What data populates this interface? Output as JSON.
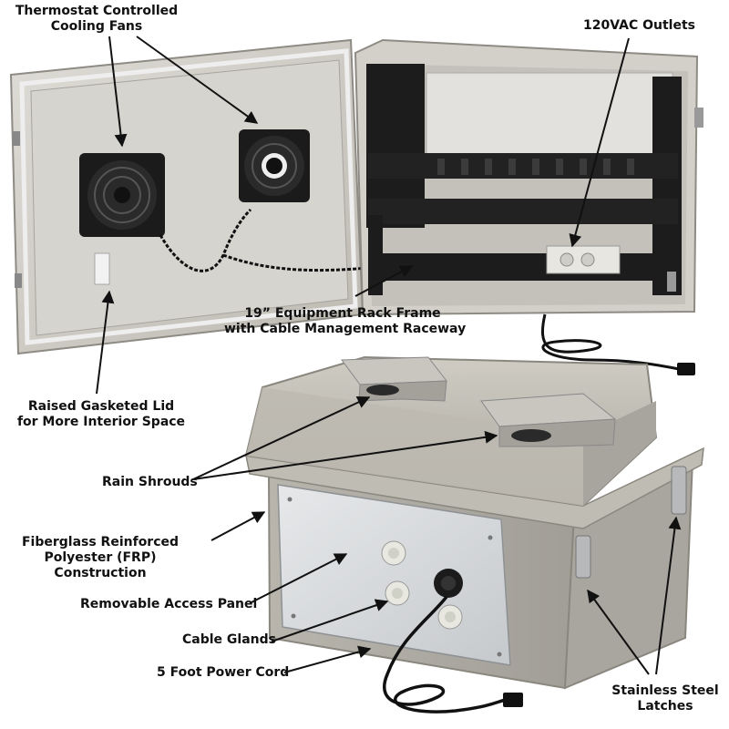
{
  "callouts": {
    "fans": [
      "Thermostat Controlled",
      "Cooling Fans"
    ],
    "outlets": [
      "120VAC Outlets"
    ],
    "rack": [
      "19” Equipment Rack Frame",
      "with Cable Management Raceway"
    ],
    "lid": [
      "Raised Gasketed Lid",
      "for More Interior Space"
    ],
    "shrouds": [
      "Rain Shrouds"
    ],
    "frp": [
      "Fiberglass Reinforced",
      "Polyester (FRP)",
      "Construction"
    ],
    "panel": [
      "Removable Access Panel"
    ],
    "glands": [
      "Cable Glands"
    ],
    "cord": [
      "5 Foot Power Cord"
    ],
    "latches": [
      "Stainless Steel",
      "Latches"
    ]
  },
  "colors": {
    "enclosure_gray": "#c9c6bf",
    "rack_black": "#1c1c1c",
    "panel_aluminum": "#d8dadc",
    "text": "#111111"
  }
}
